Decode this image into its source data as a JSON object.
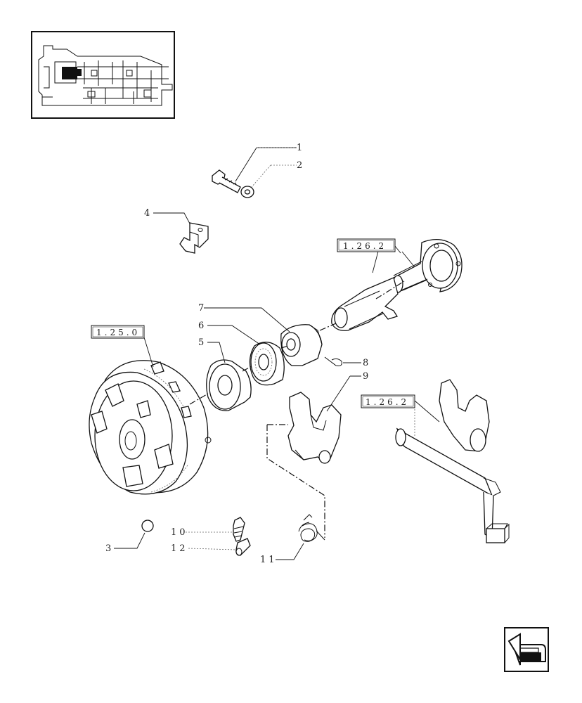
{
  "callouts": {
    "n1": "1",
    "n2": "2",
    "n3": "3",
    "n4": "4",
    "n5": "5",
    "n6": "6",
    "n7": "7",
    "n8": "8",
    "n9": "9",
    "n10": "10",
    "n11": "11",
    "n12": "12"
  },
  "references": {
    "ref_clutch": "1.25.0",
    "ref_shaft": "1.26.2",
    "ref_fork": "1.26.2"
  },
  "nav": {
    "icon": "previous-page-arrow-icon"
  }
}
